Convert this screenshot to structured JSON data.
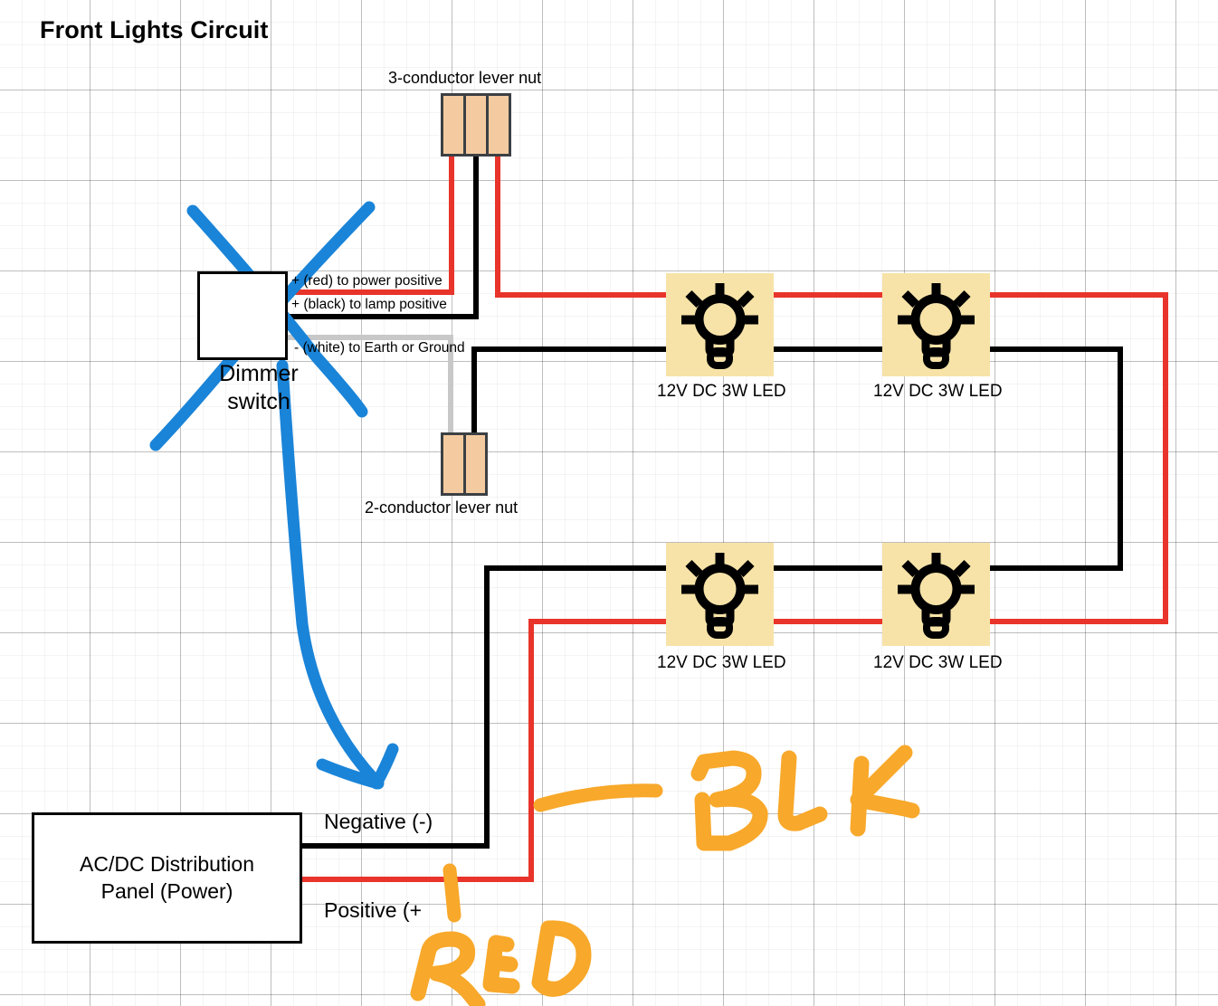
{
  "diagram": {
    "title": "Front Lights Circuit",
    "background": "#ffffff",
    "grid_color": "#e8e8e8"
  },
  "components": {
    "lever_nut_3": {
      "label": "3-conductor lever nut",
      "conductors": 3,
      "color": "#f4cba0"
    },
    "lever_nut_2": {
      "label": "2-conductor lever nut",
      "conductors": 2,
      "color": "#f4cba0"
    },
    "dimmer_switch": {
      "caption_line1": "Dimmer",
      "caption_line2": "switch",
      "crossed_out": true
    },
    "power_panel": {
      "line1": "AC/DC Distribution",
      "line2": "Panel (Power)",
      "negative_label": "Negative (-)",
      "positive_label": "Positive (+"
    }
  },
  "wire_labels": [
    {
      "text": "+ (red) to power positive",
      "wire_color": "#e8342a"
    },
    {
      "text": "+ (black) to lamp positive",
      "wire_color": "#000000"
    },
    {
      "text": "- (white) to Earth or Ground",
      "wire_color": "#c8c8c8"
    }
  ],
  "leds": [
    {
      "caption": "12V DC 3W LED",
      "position": "top-left"
    },
    {
      "caption": "12V DC 3W LED",
      "position": "top-right"
    },
    {
      "caption": "12V DC 3W LED",
      "position": "bottom-left"
    },
    {
      "caption": "12V DC 3W LED",
      "position": "bottom-right"
    }
  ],
  "annotations": {
    "ink_color_blue": "#1a84d8",
    "ink_color_orange": "#f8a82a",
    "blk_text": "BLK",
    "red_text": "RED",
    "cross_out_target": "Dimmer switch",
    "arrow_target": "Negative (-)"
  },
  "wire_colors": {
    "positive": "#e8342a",
    "negative": "#000000",
    "ground": "#c8c8c8"
  }
}
